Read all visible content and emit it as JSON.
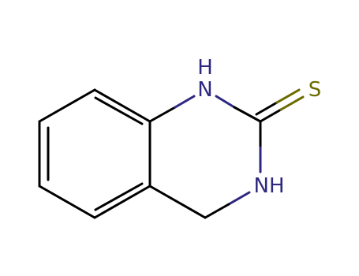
{
  "atoms": {
    "nitrogen_1_h": "H",
    "nitrogen_1": "N",
    "sulfur": "S",
    "nitrogen_3": "NH"
  },
  "colors": {
    "carbon_bond": "#000000",
    "nitrogen": "#2e2880",
    "sulfur": "#6b6b00"
  }
}
